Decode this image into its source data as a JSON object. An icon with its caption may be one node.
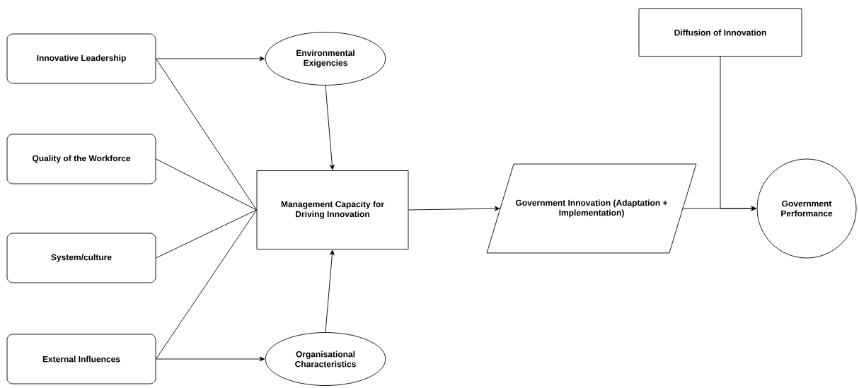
{
  "diagram": {
    "nodes": [
      {
        "text": [
          "Innovative Leadership"
        ]
      },
      {
        "text": [
          "Quality of the Workforce"
        ]
      },
      {
        "text": [
          "System/culture"
        ]
      },
      {
        "text": [
          "External Influences"
        ]
      },
      {
        "text": [
          "Environmental Exigencies"
        ]
      },
      {
        "text": [
          "Management Capacity for Driving Innovation"
        ]
      },
      {
        "text": [
          "Organisational Characteristics"
        ]
      },
      {
        "text": [
          "Government Innovation (Adaptation + Implementation)"
        ]
      },
      {
        "text": [
          "Diffusion of Innovation"
        ]
      },
      {
        "text": [
          "Government Performance"
        ]
      }
    ],
    "edges": [
      {
        "from": 0,
        "to": 4,
        "arrow": "to"
      },
      {
        "from": 0,
        "to": 5,
        "arrow": "none"
      },
      {
        "from": 1,
        "to": 5,
        "arrow": "none"
      },
      {
        "from": 2,
        "to": 5,
        "arrow": "none"
      },
      {
        "from": 3,
        "to": 5,
        "arrow": "none"
      },
      {
        "from": 3,
        "to": 6,
        "arrow": "to"
      },
      {
        "from": 4,
        "to": 5,
        "arrow": "to"
      },
      {
        "from": 6,
        "to": 5,
        "arrow": "to"
      },
      {
        "from": 5,
        "to": 7,
        "arrow": "to"
      },
      {
        "from": 7,
        "to": 9,
        "arrow": "to"
      },
      {
        "from": 8,
        "to": 9,
        "arrow": "to"
      }
    ]
  }
}
